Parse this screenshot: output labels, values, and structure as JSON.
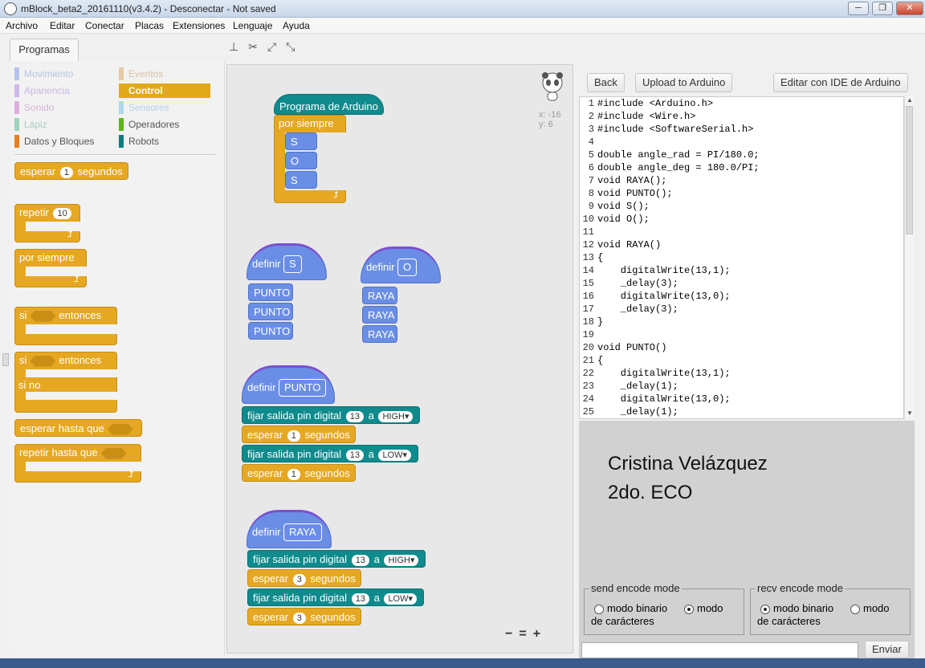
{
  "window": {
    "title": "mBlock_beta2_20161110(v3.4.2) - Desconectar - Not saved",
    "min": "─",
    "max": "❐",
    "close": "✕"
  },
  "menu": [
    "Archivo",
    "Editar",
    "Conectar",
    "Placas",
    "Extensiones",
    "Lenguaje",
    "Ayuda"
  ],
  "tabs": {
    "programs": "Programas"
  },
  "categories": [
    {
      "label": "Movimiento",
      "color": "#4a6cd4"
    },
    {
      "label": "Apariencia",
      "color": "#8a55d7"
    },
    {
      "label": "Sonido",
      "color": "#bb42c3"
    },
    {
      "label": "Lápiz",
      "color": "#0e9a6c"
    },
    {
      "label": "Datos y Bloques",
      "color": "#ee7d16"
    },
    {
      "label": "Eventos",
      "color": "#c88330"
    },
    {
      "label": "Control",
      "color": "#e1a91a"
    },
    {
      "label": "Sensores",
      "color": "#2ca5e2"
    },
    {
      "label": "Operadores",
      "color": "#5cb712"
    },
    {
      "label": "Robots",
      "color": "#0d7d80"
    }
  ],
  "palette": {
    "wait": "esperar",
    "wait_num": "1",
    "wait_unit": "segundos",
    "repeat": "repetir",
    "repeat_num": "10",
    "forever": "por siempre",
    "if": "si",
    "then": "entonces",
    "if2": "si",
    "then2": "entonces",
    "else": "si no",
    "wait_until": "esperar hasta que",
    "repeat_until": "repetir hasta que"
  },
  "script": {
    "arduino_program": "Programa de Arduino",
    "forever": "por siempre",
    "calls": [
      "S",
      "O",
      "S"
    ],
    "coords": {
      "x": "x: -16",
      "y": "y: 6"
    },
    "def_s": {
      "define": "definir",
      "name": "S",
      "calls": [
        "PUNTO",
        "PUNTO",
        "PUNTO"
      ]
    },
    "def_o": {
      "define": "definir",
      "name": "O",
      "calls": [
        "RAYA",
        "RAYA",
        "RAYA"
      ]
    },
    "def_punto": {
      "define": "definir",
      "name": "PUNTO",
      "set_pin": "fijar salida pin digital",
      "pin": "13",
      "a": "a",
      "high": "HIGH",
      "low": "LOW",
      "wait": "esperar",
      "wait_num": "1",
      "secs": "segundos"
    },
    "def_raya": {
      "define": "definir",
      "name": "RAYA",
      "set_pin": "fijar salida pin digital",
      "pin": "13",
      "a": "a",
      "high": "HIGH",
      "low": "LOW",
      "wait": "esperar",
      "wait_num": "3",
      "secs": "segundos"
    },
    "zoom_out": "−",
    "zoom_reset": "=",
    "zoom_in": "+"
  },
  "right": {
    "back": "Back",
    "upload": "Upload to Arduino",
    "edit_ide": "Editar con IDE de Arduino",
    "code": [
      "#include <Arduino.h>",
      "#include <Wire.h>",
      "#include <SoftwareSerial.h>",
      "",
      "double angle_rad = PI/180.0;",
      "double angle_deg = 180.0/PI;",
      "void RAYA();",
      "void PUNTO();",
      "void S();",
      "void O();",
      "",
      "void RAYA()",
      "{",
      "    digitalWrite(13,1);",
      "    _delay(3);",
      "    digitalWrite(13,0);",
      "    _delay(3);",
      "}",
      "",
      "void PUNTO()",
      "{",
      "    digitalWrite(13,1);",
      "    _delay(1);",
      "    digitalWrite(13,0);",
      "    _delay(1);"
    ],
    "serial_line1": "Cristina Velázquez",
    "serial_line2": "2do. ECO",
    "send_mode": {
      "legend": "send encode mode",
      "opt1": "modo binario",
      "opt2": "modo",
      "opt2b": "de carácteres"
    },
    "recv_mode": {
      "legend": "recv encode mode",
      "opt1": "modo binario",
      "opt2": "modo",
      "opt2b": "de carácteres"
    },
    "send_btn": "Enviar",
    "send_value": ""
  }
}
